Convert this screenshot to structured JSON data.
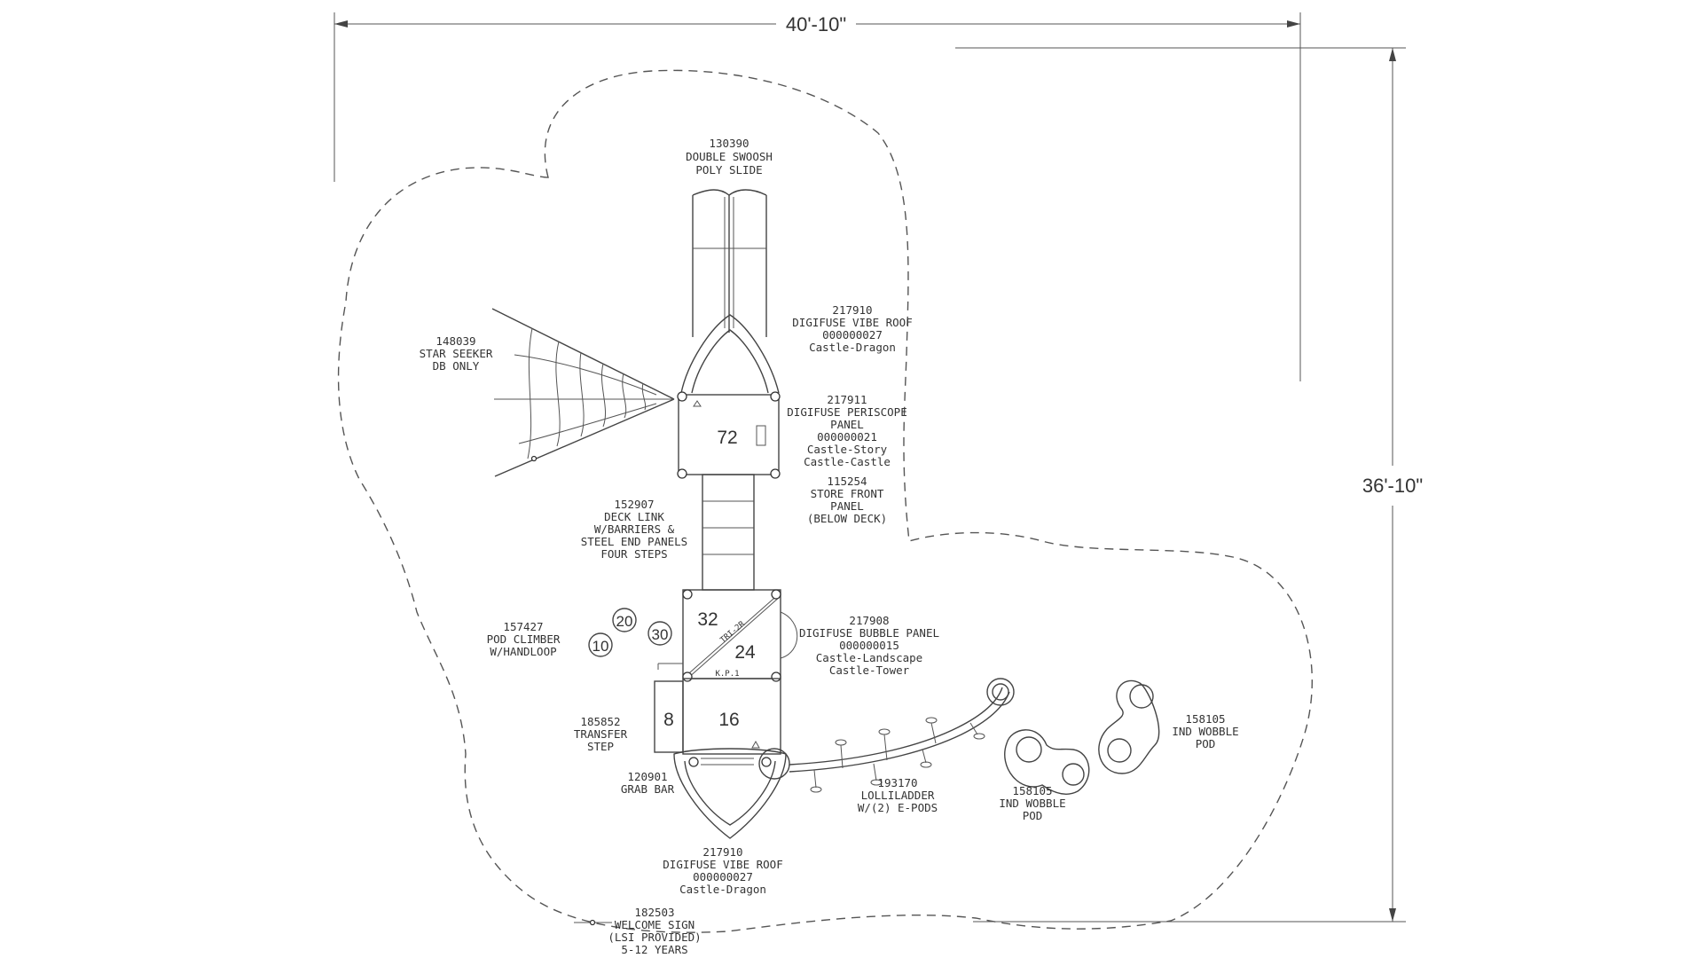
{
  "dimensions": {
    "width": "40'-10\"",
    "height": "36'-10\""
  },
  "deck_heights": {
    "upper": "72",
    "middle_a": "32",
    "middle_b": "24",
    "lower_a": "16",
    "lower_b": "8"
  },
  "pod_heights": {
    "a": "20",
    "b": "30",
    "c": "10"
  },
  "small_marks": {
    "kp": "K.P.1",
    "diag": "TRI-2R"
  },
  "components": {
    "slide": [
      "130390",
      "DOUBLE SWOOSH",
      "POLY SLIDE"
    ],
    "roof_top": [
      "217910",
      "DIGIFUSE VIBE ROOF",
      "000000027",
      "Castle-Dragon"
    ],
    "star_seeker": [
      "148039",
      "STAR SEEKER",
      "DB ONLY"
    ],
    "periscope": [
      "217911",
      "DIGIFUSE PERISCOPE",
      "PANEL",
      "000000021",
      "Castle-Story",
      "Castle-Castle"
    ],
    "store_front": [
      "115254",
      "STORE FRONT",
      "PANEL",
      "(BELOW DECK)"
    ],
    "deck_link": [
      "152907",
      "DECK LINK",
      "W/BARRIERS &",
      "STEEL END PANELS",
      "FOUR STEPS"
    ],
    "pod_climber": [
      "157427",
      "POD CLIMBER",
      "W/HANDLOOP"
    ],
    "bubble_panel": [
      "217908",
      "DIGIFUSE BUBBLE PANEL",
      "000000015",
      "Castle-Landscape",
      "Castle-Tower"
    ],
    "transfer_step": [
      "185852",
      "TRANSFER",
      "STEP"
    ],
    "grab_bar": [
      "120901",
      "GRAB BAR"
    ],
    "lolliladder": [
      "193170",
      "LOLLILADDER",
      "W/(2) E-PODS"
    ],
    "wobble_right": [
      "158105",
      "IND WOBBLE",
      "POD"
    ],
    "wobble_bottom": [
      "158105",
      "IND WOBBLE",
      "POD"
    ],
    "roof_bottom": [
      "217910",
      "DIGIFUSE VIBE ROOF",
      "000000027",
      "Castle-Dragon"
    ],
    "welcome_sign": [
      "182503",
      "WELCOME SIGN",
      "(LSI PROVIDED)",
      "5-12 YEARS"
    ]
  }
}
